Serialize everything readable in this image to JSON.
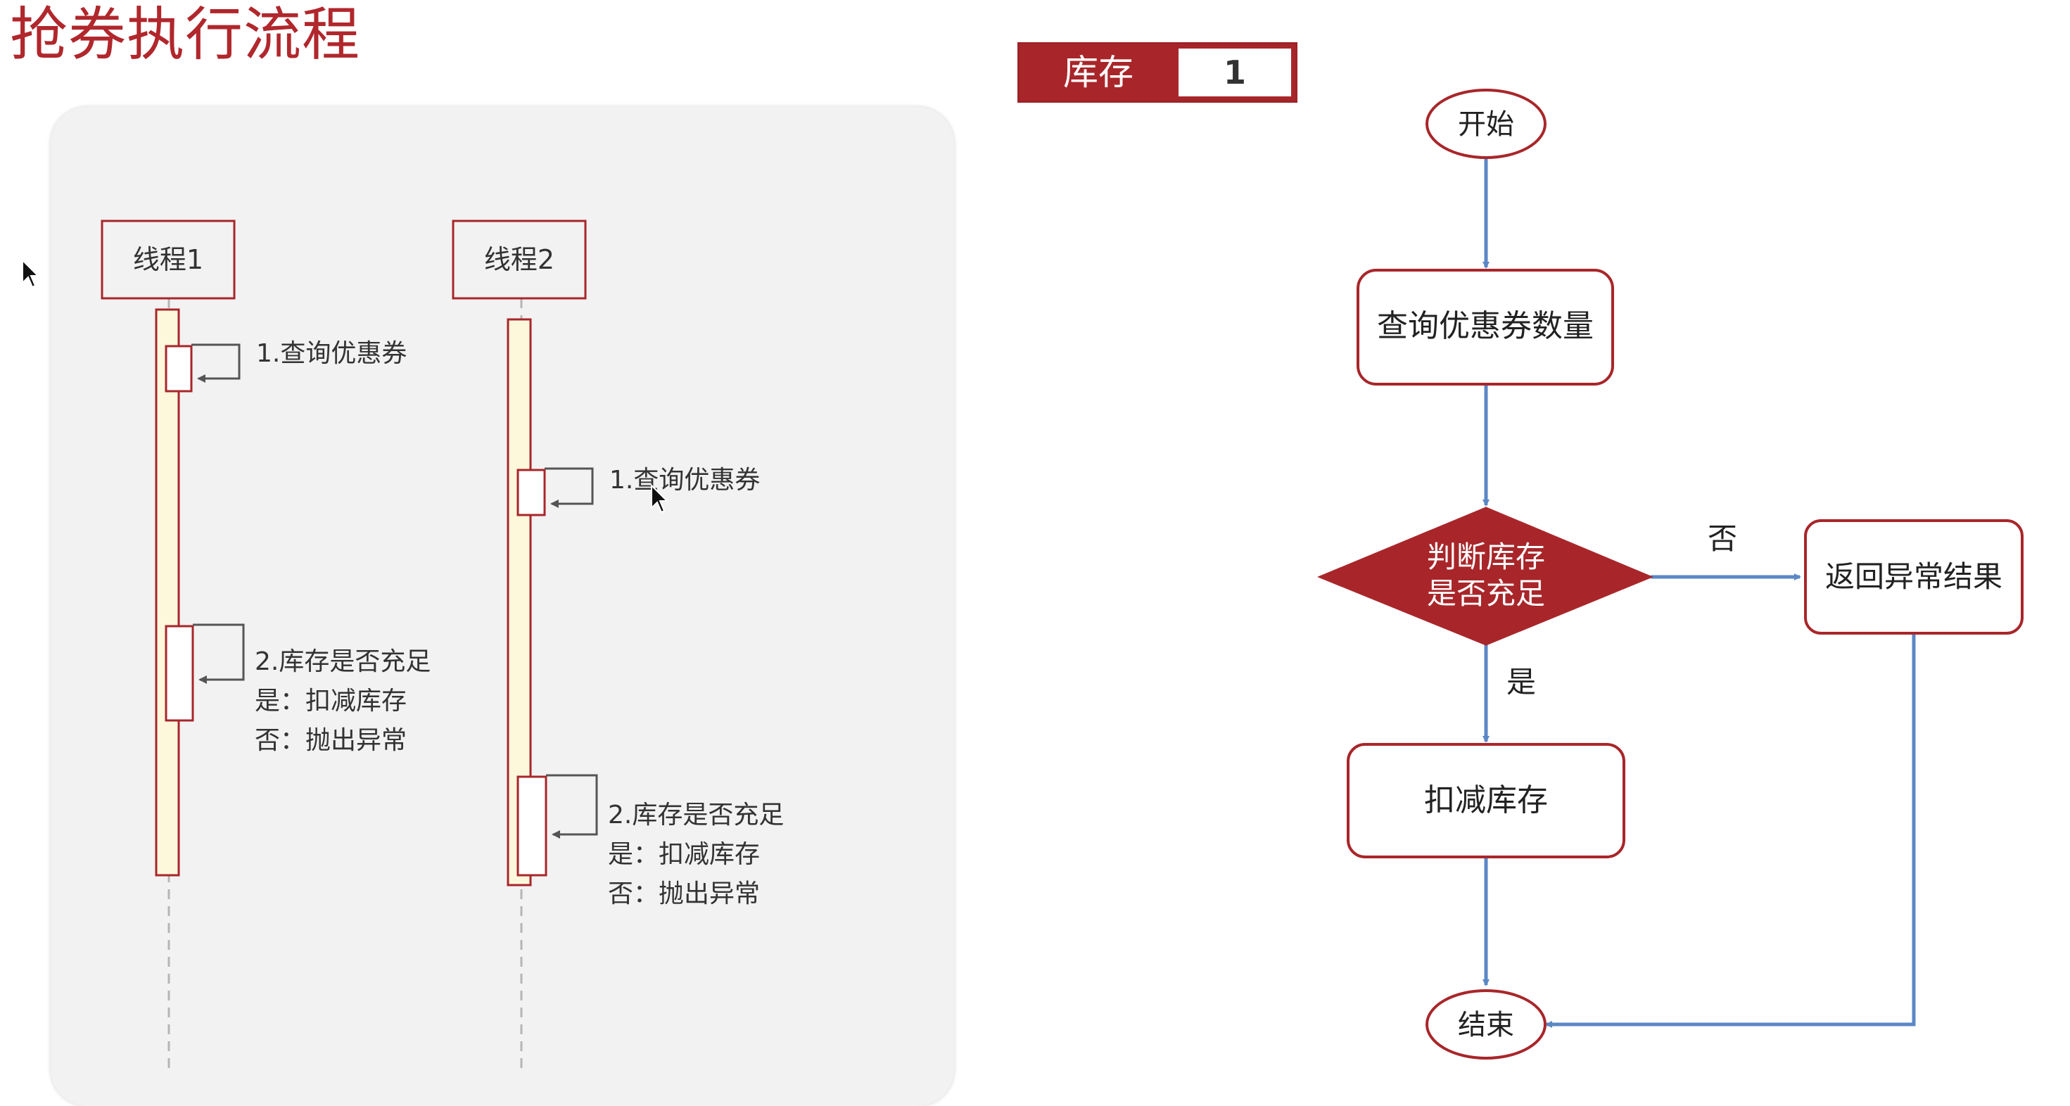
{
  "title": "抢券执行流程",
  "stock": {
    "label": "库存",
    "value": "1"
  },
  "sequence": {
    "thread1": "线程1",
    "thread2": "线程2",
    "step1": "1.查询优惠券",
    "step2_line1": "2.库存是否充足",
    "step2_line2": "是：扣减库存",
    "step2_line3": "否：抛出异常"
  },
  "flowchart": {
    "start": "开始",
    "query": "查询优惠券数量",
    "decision_line1": "判断库存",
    "decision_line2": "是否充足",
    "no_label": "否",
    "yes_label": "是",
    "error_result": "返回异常结果",
    "deduct": "扣减库存",
    "end": "结束"
  },
  "colors": {
    "accent_red": "#a8262a",
    "arrow_blue": "#5b87c5",
    "lifeline_fill": "#fdf8dc"
  }
}
